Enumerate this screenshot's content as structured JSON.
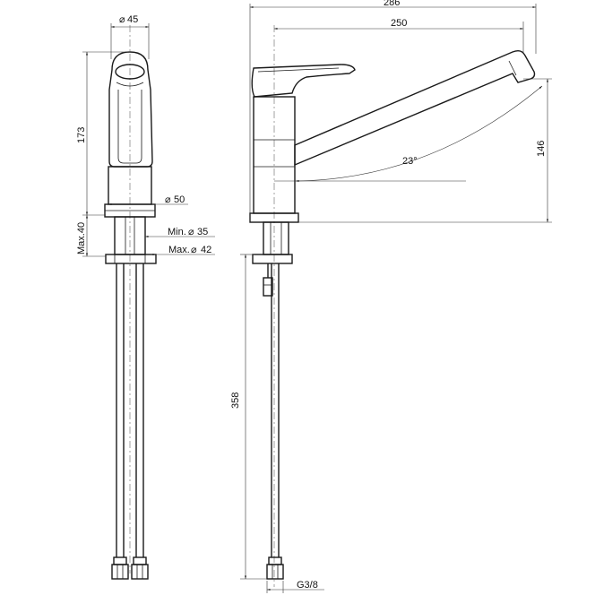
{
  "dimensions": {
    "top_diameter": "45",
    "height_body": "173",
    "body_diameter": "50",
    "max_deck": "Max.40",
    "min_hole": "Min.",
    "min_hole_value": "35",
    "max_hole": "Max.",
    "max_hole_value": "42",
    "overall_length": "286",
    "spout_reach": "250",
    "spout_height": "146",
    "spout_angle": "23°",
    "hose_length": "358",
    "connection": "G3/8"
  },
  "symbols": {
    "diameter": "⌀"
  }
}
